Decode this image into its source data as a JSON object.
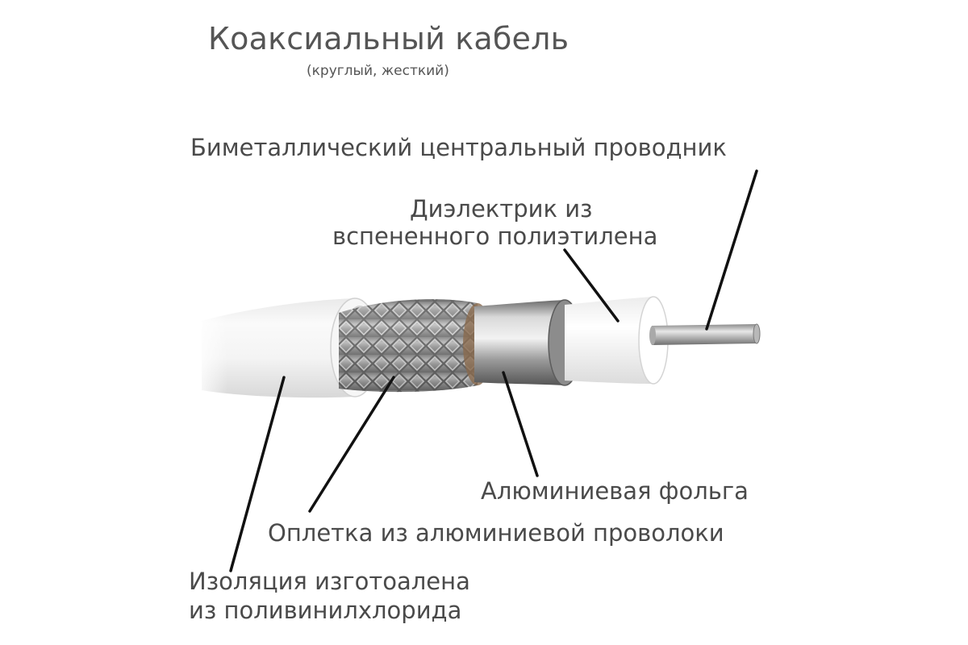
{
  "title": "Коаксиальный кабель",
  "subtitle": "(круглый, жесткий)",
  "labels": {
    "conductor": "Биметаллический центральный проводник",
    "dielectric_line1": "Диэлектрик из",
    "dielectric_line2": "вспененного полиэтилена",
    "foil": "Алюминиевая фольга",
    "braid": "Оплетка из алюминиевой проволоки",
    "jacket_line1": "Изоляция изготоалена",
    "jacket_line2": "из поливинилхлорида"
  }
}
